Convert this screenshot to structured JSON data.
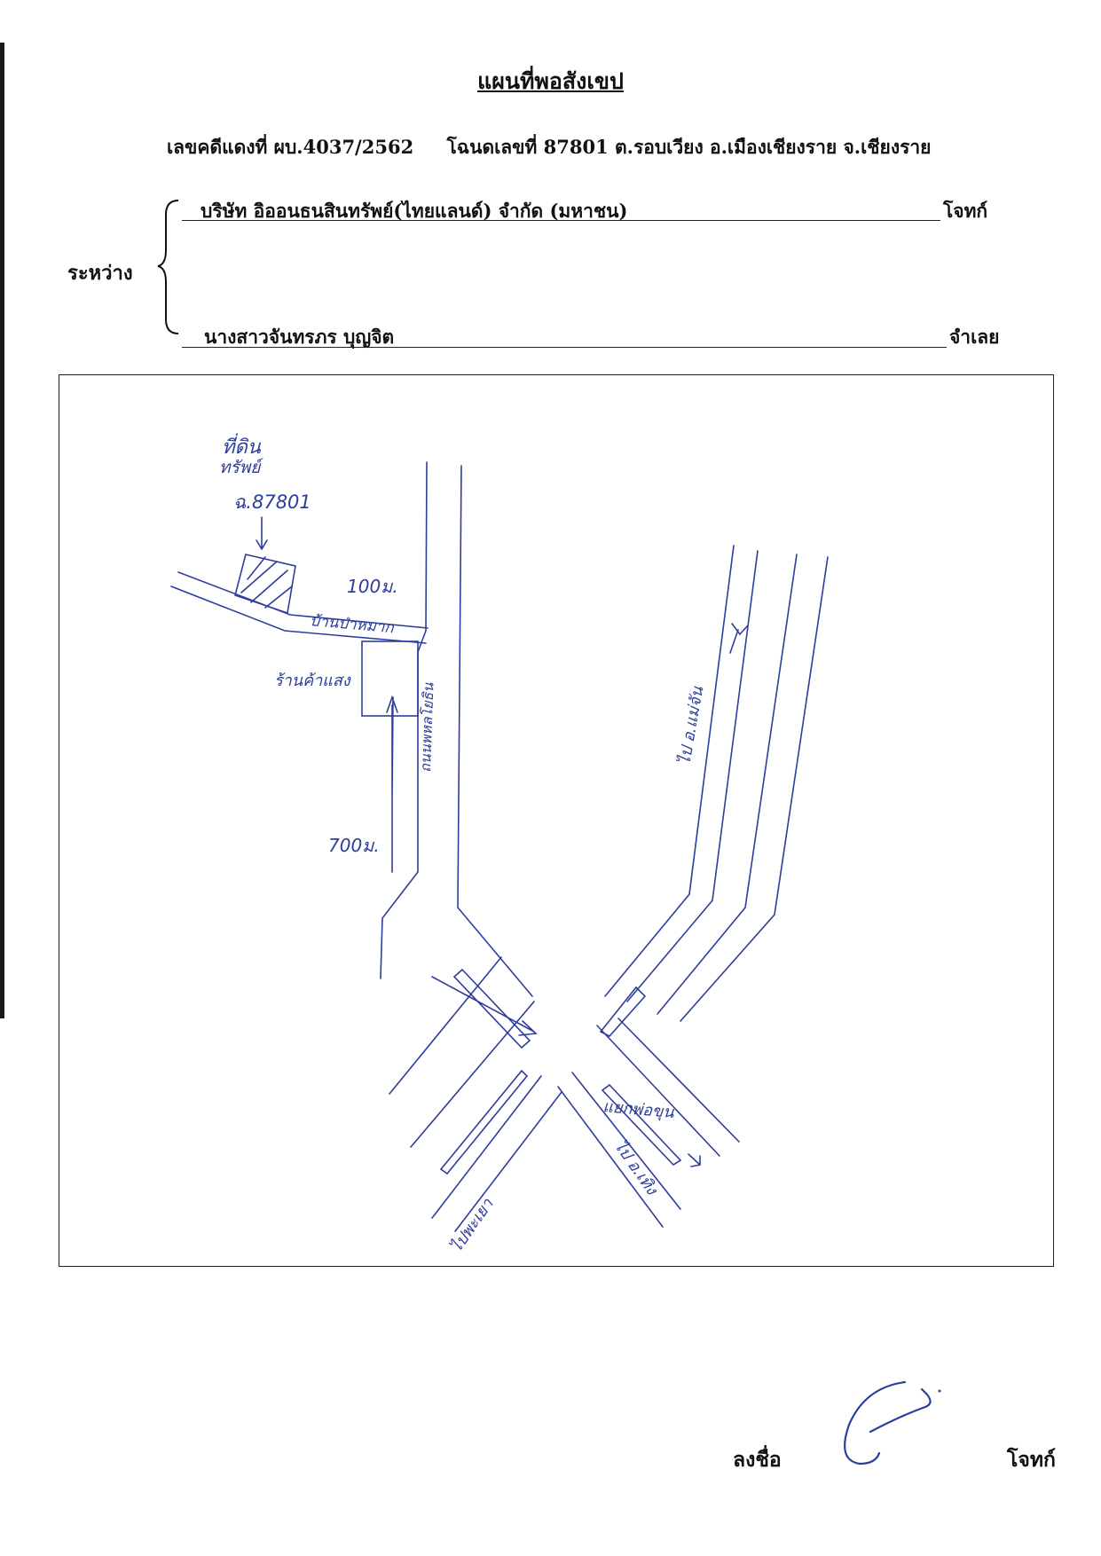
{
  "document": {
    "title": "แผนที่พอสังเขป",
    "case_number": "เลขคดีแดงที่ ผบ.4037/2562",
    "deed_info": "โฉนดเลขที่ 87801 ต.รอบเวียง  อ.เมืองเชียงราย  จ.เชียงราย",
    "between_label": "ระหว่าง",
    "plaintiff_name": "บริษัท อิออนธนสินทรัพย์(ไทยแลนด์) จำกัด  (มหาชน)",
    "plaintiff_role": "โจทก์",
    "defendant_name": "นางสาวจันทรภร  บุญจิต",
    "defendant_role": "จำเลย"
  },
  "map": {
    "property_note_1": "ที่ดิน",
    "property_note_2": "ทรัพย์",
    "property_deed": "ฉ.87801",
    "distance_side": "100ม.",
    "side_road": "บ้านป่าหมาก",
    "shop": "ร้านค้าแสง",
    "main_road": "ถนนพหลโยธิน",
    "distance_main": "700ม.",
    "road_to_mae_fa_luang": "ไป อ.แม่จัน",
    "intersection": "แยกพ่อขุน",
    "road_to_chiang_saen": "ไป อ.เทิง",
    "road_to_phayao": "ไปพะเยา"
  },
  "signature": {
    "label": "ลงชื่อ",
    "role": "โจทก์"
  },
  "colors": {
    "ink": "#2d3d9c",
    "text": "#111111"
  }
}
